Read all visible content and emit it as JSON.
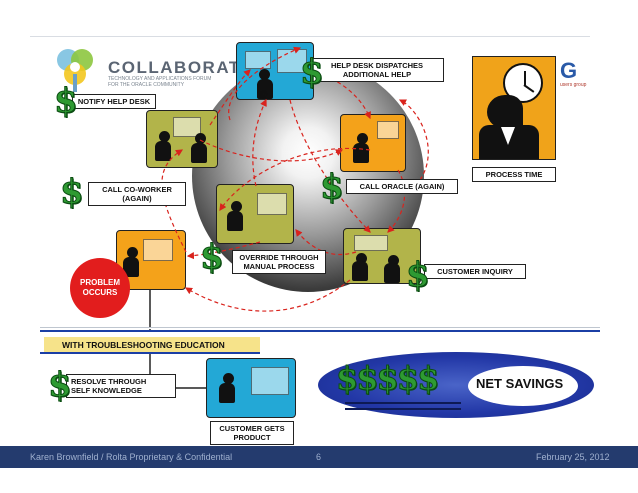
{
  "header": {
    "brand": "COLLABORATE",
    "brand_tagline": "TECHNOLOGY AND APPLICATIONS FORUM FOR THE ORACLE COMMUNITY",
    "partner_logo_text": "G",
    "partner_logo_sub": "users group"
  },
  "scenario": {
    "help_desk_dispatch": "HELP DESK DISPATCHES\nADDITIONAL HELP",
    "notify_help_desk": "NOTIFY HELP DESK",
    "call_coworker": "CALL CO-WORKER\n(AGAIN)",
    "call_oracle": "CALL ORACLE (AGAIN)",
    "process_time": "PROCESS TIME",
    "override": "OVERRIDE THROUGH\nMANUAL PROCESS",
    "customer_inquiry": "CUSTOMER INQUIRY",
    "problem": "PROBLEM\nOCCURS"
  },
  "education": {
    "heading": "WITH TROUBLESHOOTING EDUCATION",
    "resolve": "RESOLVE THROUGH\nSELF KNOWLEDGE",
    "customer_gets": "CUSTOMER GETS\nPRODUCT",
    "net_savings": "NET SAVINGS",
    "savings_symbols": "$$$$$"
  },
  "footer": {
    "author": "Karen Brownfield  /  Rolta  Proprietary & Confidential",
    "page": "6",
    "date": "February 25, 2012"
  },
  "colors": {
    "footer_bg": "#243b6e",
    "dollar_green": "#2e9a32",
    "problem_red": "#e21d1d",
    "education_band": "#f6e38a",
    "savings_ellipse": "#2237a6"
  }
}
